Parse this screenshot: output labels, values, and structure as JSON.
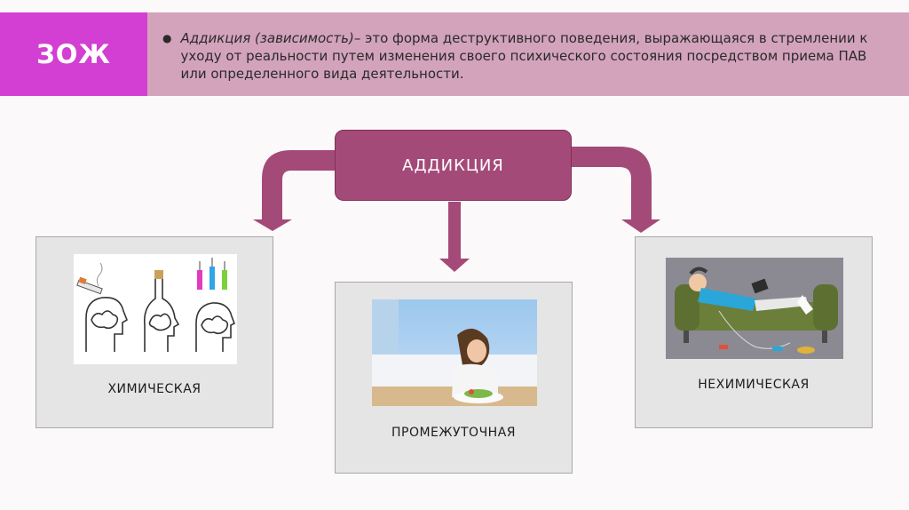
{
  "header": {
    "tag": "ЗОЖ",
    "definition_term": "Аддикция (зависимость)",
    "definition_rest": "– это форма деструктивного поведения, выражающаяся в стремлении к уходу от реальности путем изменения своего психического состояния посредством приема ПАВ или определенного вида деятельности."
  },
  "diagram": {
    "root": "АДДИКЦИЯ",
    "children": [
      {
        "label": "ХИМИЧЕСКАЯ",
        "image": "heads-with-cigarette-bottle-syringes"
      },
      {
        "label": "ПРОМЕЖУТОЧНАЯ",
        "image": "woman-with-salad"
      },
      {
        "label": "НЕХИМИЧЕСКАЯ",
        "image": "man-on-sofa-with-gadgets"
      }
    ]
  },
  "colors": {
    "tag": "#d23fd2",
    "band": "#d3a3bb",
    "node": "#a44a78",
    "arrow": "#a44a78",
    "card": "#e5e5e5"
  }
}
